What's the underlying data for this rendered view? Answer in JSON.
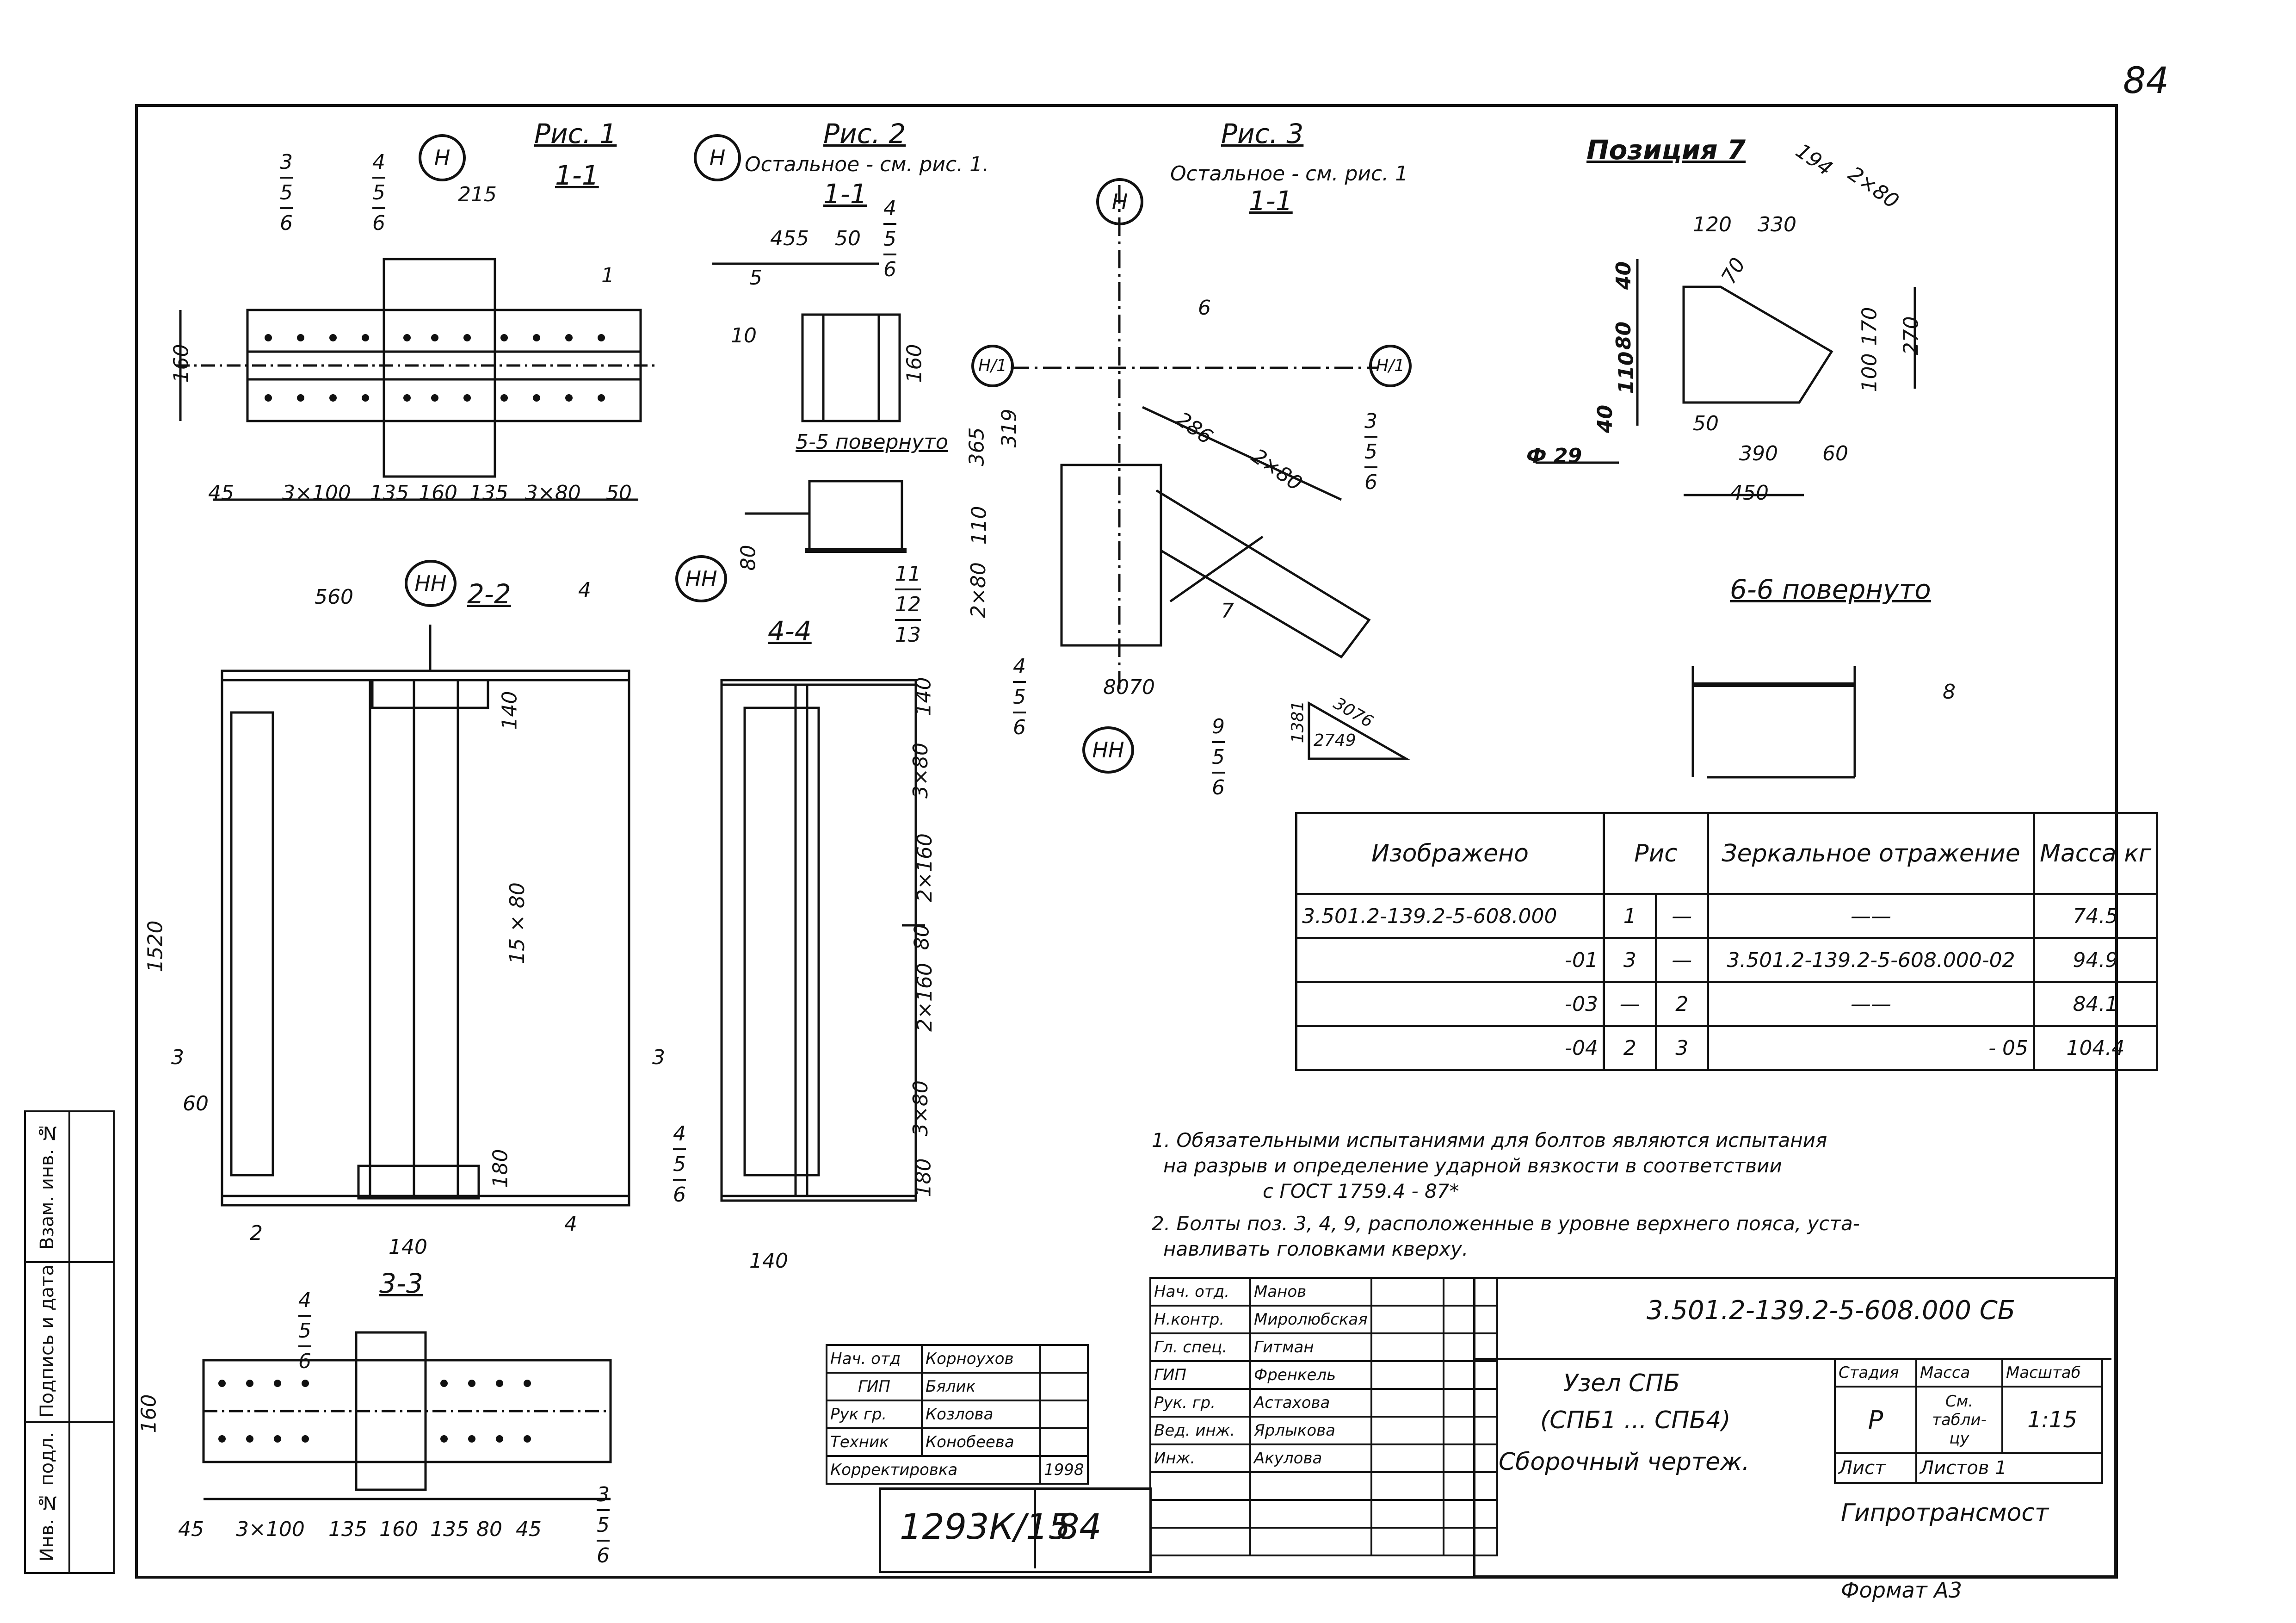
{
  "page": {
    "number": "84",
    "format": "Формат А3"
  },
  "figures": {
    "fig1": {
      "title": "Рис. 1",
      "section": "1-1"
    },
    "fig2": {
      "title": "Рис. 2",
      "note": "Остальное - см. рис. 1.",
      "section": "1-1",
      "sub_section": "5-5 повернуто"
    },
    "fig3": {
      "title": "Рис. 3",
      "note": "Остальное - см. рис. 1",
      "section": "1-1"
    },
    "pos7": {
      "title": "Позиция 7",
      "hole": "Ф 29"
    },
    "sec22": {
      "title": "2-2"
    },
    "sec33": {
      "title": "3-3"
    },
    "sec44": {
      "title": "4-4"
    },
    "sec66": {
      "title": "6-6 повернуто"
    }
  },
  "markers": {
    "H": "Н",
    "HH": "НН",
    "H1": "Н/1"
  },
  "dims": {
    "fig1_bottom": [
      "45",
      "3×100",
      "135",
      "160",
      "135",
      "3×80",
      "50"
    ],
    "fig1_top": "215",
    "fig1_height": "160",
    "fig2_top": [
      "455",
      "50"
    ],
    "fig2_height": "160",
    "fig2_80": "80",
    "fig3_left": [
      "365",
      "319",
      "110",
      "2×80"
    ],
    "fig3_diag": [
      "286",
      "2×80"
    ],
    "fig3_bottom": "8070",
    "triangle": [
      "3076",
      "1381",
      "2749"
    ],
    "pos7_top": [
      "194",
      "2×80",
      "120",
      "330",
      "70"
    ],
    "pos7_left": [
      "40",
      "80",
      "110",
      "40"
    ],
    "pos7_right": [
      "170",
      "100",
      "270"
    ],
    "pos7_bottom": [
      "50",
      "390",
      "60",
      "450"
    ],
    "sec22": [
      "560",
      "140",
      "15 × 80",
      "1520",
      "180",
      "60",
      "140"
    ],
    "sec44": [
      "140",
      "3×80",
      "2×160",
      "80",
      "2×160",
      "3×80",
      "180",
      "140"
    ],
    "sec33_bottom": [
      "45",
      "3×100",
      "135",
      "160",
      "135",
      "80",
      "45"
    ],
    "sec33_height": "160"
  },
  "callouts": {
    "c1": [
      "3",
      "5",
      "6"
    ],
    "c2": [
      "4",
      "5",
      "6"
    ],
    "c3": [
      "4",
      "5",
      "6"
    ],
    "c4": [
      "11",
      "12",
      "13"
    ],
    "c5": [
      "3",
      "5",
      "6"
    ],
    "c6": [
      "4",
      "5",
      "6"
    ],
    "c7": [
      "9",
      "5",
      "6"
    ],
    "c8": [
      "4",
      "5",
      "6"
    ],
    "c9": [
      "4",
      "5",
      "6"
    ],
    "c10": [
      "3",
      "5",
      "6"
    ],
    "labels": {
      "one": "1",
      "two": "2",
      "seven": "7",
      "eight": "8",
      "ten": "10",
      "five": "5",
      "six": "6",
      "three": "3",
      "four": "4"
    }
  },
  "spec_table": {
    "headers": [
      "Изображено",
      "Рис",
      "Зеркальное отражение",
      "Масса кг"
    ],
    "rows": [
      [
        "3.501.2-139.2-5-608.000",
        "1",
        "—",
        "——",
        "74.5"
      ],
      [
        "-01",
        "3",
        "—",
        "3.501.2-139.2-5-608.000-02",
        "94.9"
      ],
      [
        "-03",
        "—",
        "2",
        "——",
        "84.1"
      ],
      [
        "-04",
        "2",
        "3",
        "- 05",
        "104.4"
      ]
    ]
  },
  "notes": [
    "1. Обязательными испытаниями для болтов являются испытания",
    "на разрыв и определение ударной вязкости в соответствии",
    "с          ГОСТ 1759.4 - 87*",
    "2. Болты поз. 3, 4, 9, расположенные в уровне верхнего пояса, уста-",
    "навливать головками кверху."
  ],
  "title_block": {
    "code": "3.501.2-139.2-5-608.000 СБ",
    "name_lines": [
      "Узел СПБ",
      "(СПБ1 ... СПБ4)",
      "Сборочный чертеж."
    ],
    "stage_header": "Стадия",
    "mass_header": "Масса",
    "scale_header": "Масштаб",
    "stage": "Р",
    "mass": "См. табли- цу",
    "scale": "1:15",
    "sheet_label": "Лист",
    "sheets_label": "Листов",
    "sheets": "1",
    "org": "Гипротрансмост",
    "people": [
      [
        "Нач. отд.",
        "Манов"
      ],
      [
        "Н.контр.",
        "Миролюбская"
      ],
      [
        "Гл. спец.",
        "Гитман"
      ],
      [
        "ГИП",
        "Френкель"
      ],
      [
        "Рук. гр.",
        "Астахова"
      ],
      [
        "Вед. инж.",
        "Ярлыкова"
      ],
      [
        "Инж.",
        "Акулова"
      ]
    ]
  },
  "stamp": {
    "rows": [
      [
        "Нач. отд",
        "Корноухов"
      ],
      [
        "ГИП",
        "Бялик"
      ],
      [
        "Рук гр.",
        "Козлова"
      ],
      [
        "Техник",
        "Конобеева"
      ]
    ],
    "correction": "Корректировка",
    "year": "1998",
    "inv": "1293К/15",
    "sheet": "84"
  },
  "margin": {
    "labels": [
      "Взам. инв. №",
      "Подпись и дата",
      "Инв. № подл."
    ]
  }
}
